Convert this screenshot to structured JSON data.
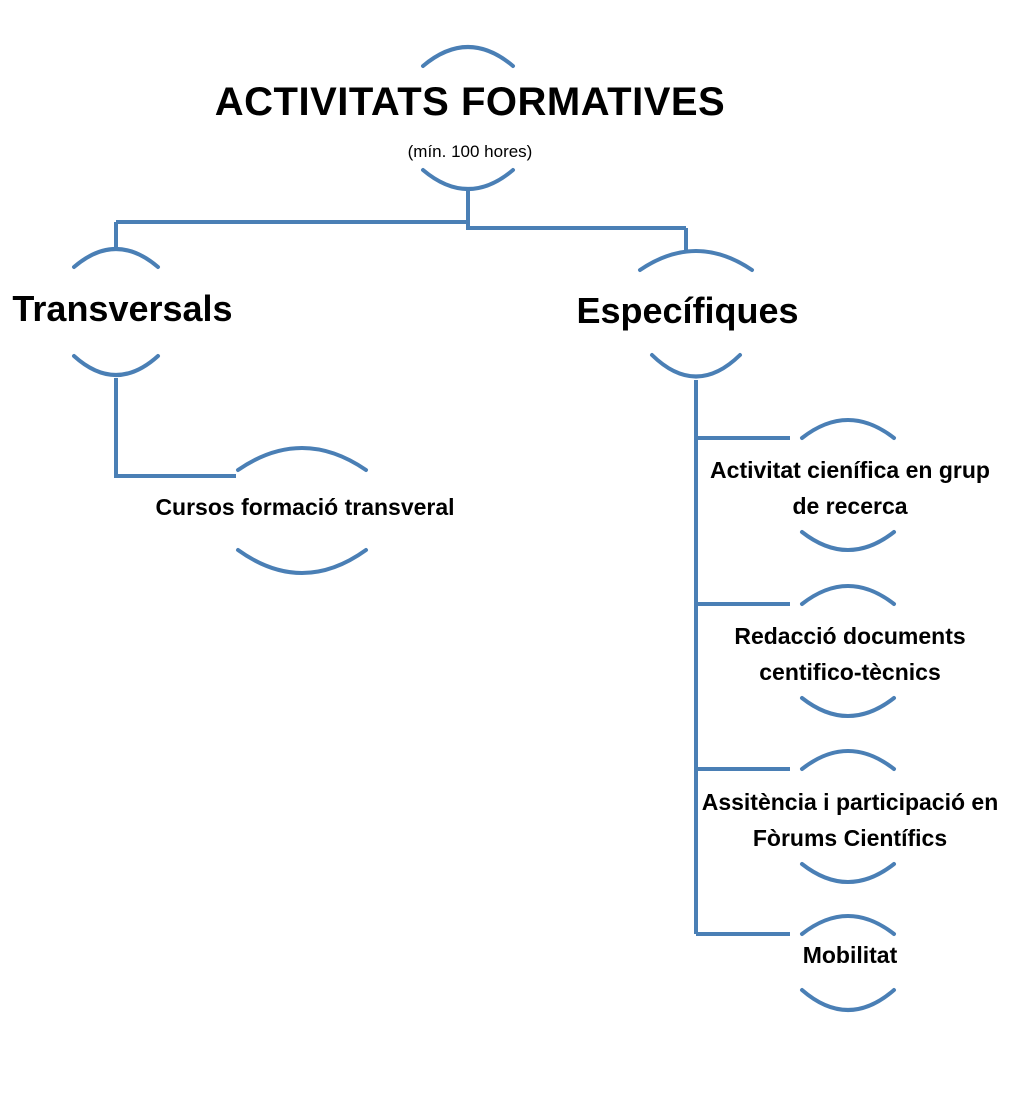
{
  "root": {
    "title": "ACTIVITATS FORMATIVES",
    "subtitle": "(mín. 100 hores)"
  },
  "branches": {
    "transversals": {
      "label": "Transversals",
      "children": [
        "Cursos formació transveral"
      ]
    },
    "especifiques": {
      "label": "Específiques",
      "children": [
        "Activitat cienífica en grup de recerca",
        "Redacció documents centifico-tècnics",
        "Assitència i participació en Fòrums Científics",
        "Mobilitat"
      ]
    }
  },
  "colors": {
    "connector": "#4a7fb5",
    "text": "#000000",
    "background": "#ffffff"
  }
}
